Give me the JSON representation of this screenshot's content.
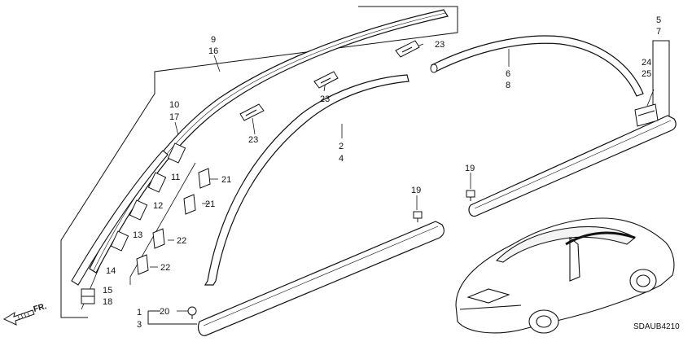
{
  "diagram_code": "SDAUB4210",
  "front_indicator": "FR.",
  "callouts": {
    "c9": "9",
    "c16": "16",
    "c10": "10",
    "c17": "17",
    "c5": "5",
    "c7": "7",
    "c24": "24",
    "c25": "25",
    "c6": "6",
    "c8": "8",
    "c2": "2",
    "c4": "4",
    "c23a": "23",
    "c23b": "23",
    "c23c": "23",
    "c11": "11",
    "c12": "12",
    "c13": "13",
    "c14": "14",
    "c15": "15",
    "c18": "18",
    "c21a": "21",
    "c21b": "21",
    "c22a": "22",
    "c22b": "22",
    "c19a": "19",
    "c19b": "19",
    "c20": "20",
    "c1": "1",
    "c3": "3"
  }
}
